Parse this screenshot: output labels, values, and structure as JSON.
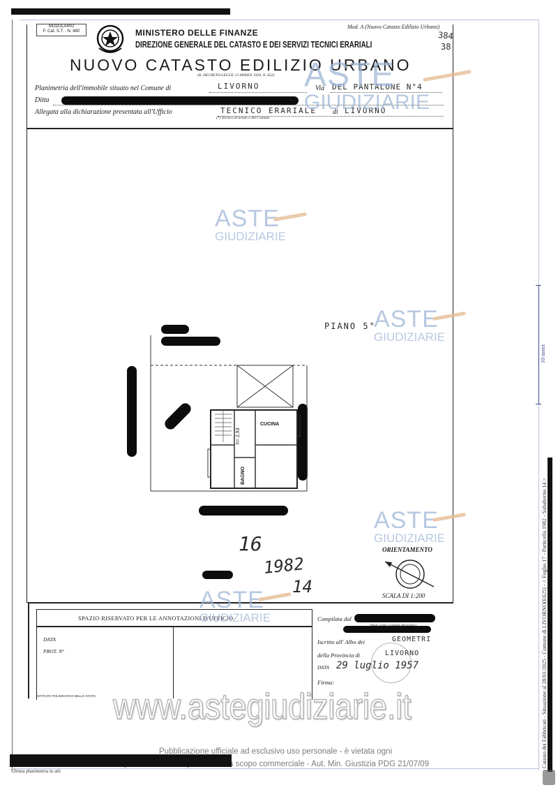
{
  "header": {
    "modulario": "MODULARIO",
    "modulario_code": "F. Cat. S.T. - N. 480",
    "ministry": "MINISTERO DELLE FINANZE",
    "direction": "DIREZIONE GENERALE DEL CATASTO E DEI SERVIZI TECNICI ERARIALI",
    "mod_label": "Mod. A (Nuovo Catasto Edilizio Urbano)",
    "handwritten_ref_1": "384",
    "handwritten_ref_2": "38",
    "title": "NUOVO CATASTO EDILIZIO URBANO",
    "decree": "(R. DECRETO-LEGGE 13 APRILE 1939, N. 652)"
  },
  "form": {
    "plan_label": "Planimetria dell'immobile situato nel Comune di",
    "comune_value": "LIVORNO",
    "via_label": "Via",
    "via_value": "DEL PANTALONE N°4",
    "ditta_label": "Ditta",
    "allegata_label": "Allegata alla dichiarazione presentata all'Ufficio",
    "ufficio_value": "TECNICO ERARIALE",
    "di_label": "di",
    "di_value": "LIVORNO",
    "footnote": "(*) Tecnico Erariale o del Comune"
  },
  "plan": {
    "piano": "PIANO 5°",
    "cucina": "CUCINA",
    "bagno": "BAGNO",
    "height": "h= 2,93",
    "hand_16": "16",
    "hand_1982": "1982",
    "hand_14": "14",
    "orientation": "ORIENTAMENTO",
    "scale": "SCALA DI 1:200"
  },
  "office": {
    "reserved": "SPAZIO RISERVATO PER LE ANNOTAZIONI D'UFFICIO",
    "data": "DATA",
    "prot": "PROT. N°",
    "printer": "ISTITUTO POLIGRAFICO DELLO STATO",
    "compilata": "Compilata dal",
    "compilata_sub": "(Titolo, nome e cognome del tecnico)",
    "iscritto": "Iscritto all' Albo dei",
    "albo_value": "GEOMETRI",
    "provincia": "della Provincia di",
    "provincia_value": "LIVORNO",
    "data_label": "DATA",
    "date_value": "29 luglio 1957",
    "firma": "Firma:"
  },
  "watermarks": {
    "aste": "ASTE",
    "giudiziarie": "GIUDIZIARIE",
    "site": "www.astegiudiziarie.it",
    "notice_1": "Pubblicazione ufficiale ad esclusivo uso personale - è vietata ogni",
    "notice_2": "ripubblicazione o riproduzione a scopo commerciale - Aut. Min. Giustizia PDG 21/07/09"
  },
  "margins": {
    "scale_bar": "10 metri",
    "side_text": "Catasto dei Fabbricati - Situazione al 28/01/2025 - Comune di LIVORNO(E625) - < Foglio 17 - Particella 1982 - Subalterno 14 >",
    "bottom_left": "Ultima planimetria in atti"
  }
}
